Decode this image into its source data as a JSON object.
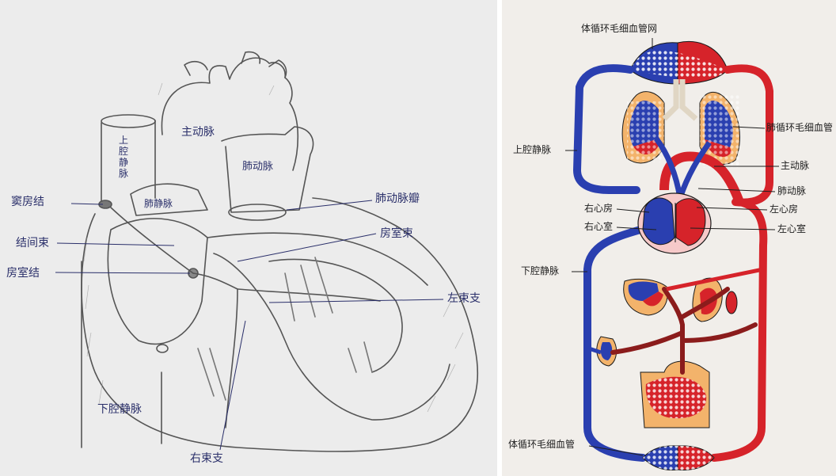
{
  "left_diagram": {
    "labels": {
      "sinoatrial_node": "窦房结",
      "internodal_bundle": "结间束",
      "atrioventricular_node": "房室结",
      "superior_vena_cava": "上腔静脉",
      "aorta": "主动脉",
      "pulmonary_trunk": "肺动脉",
      "pulmonary_valve": "肺动脉瓣",
      "pulmonary_vein": "肺静脉",
      "av_bundle": "房室束",
      "left_bundle_branch": "左束支",
      "right_bundle_branch": "右束支",
      "inferior_vena_cava": "下腔静脉"
    }
  },
  "right_diagram": {
    "labels": {
      "systemic_capillaries_top": "体循环毛细血管网",
      "pulmonary_capillaries": "肺循环毛细血管",
      "superior_vena_cava": "上腔静脉",
      "aorta": "主动脉",
      "pulmonary_artery": "肺动脉",
      "right_atrium": "右心房",
      "left_atrium": "左心房",
      "right_ventricle": "右心室",
      "left_ventricle": "左心室",
      "inferior_vena_cava": "下腔静脉",
      "systemic_capillaries_bottom": "体循环毛细血管"
    },
    "colors": {
      "arterial": "#d6232a",
      "venous": "#2a3fb0",
      "dark_red": "#8b1c1c",
      "organ_fill": "#f3b36b"
    }
  }
}
